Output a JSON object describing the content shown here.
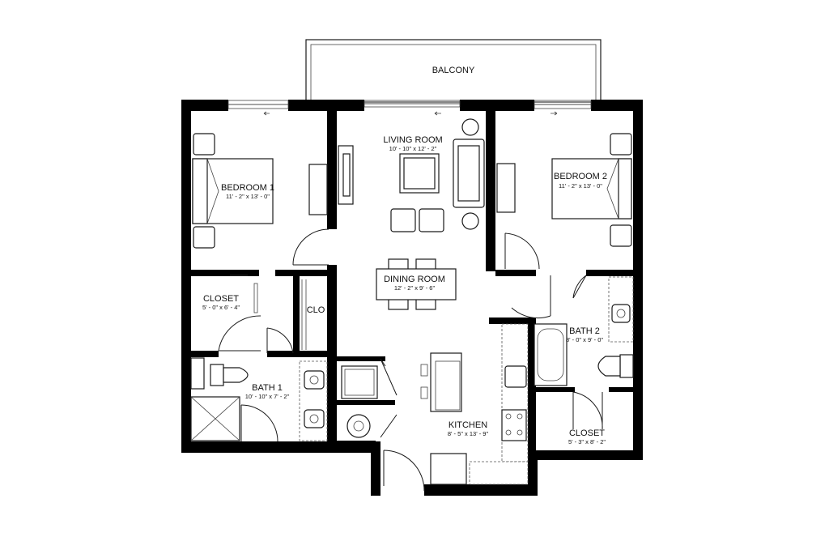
{
  "rooms": {
    "balcony": {
      "name": "BALCONY"
    },
    "living_room": {
      "name": "LIVING ROOM",
      "dims": "10' - 10\" x 12' - 2\""
    },
    "bedroom1": {
      "name": "BEDROOM 1",
      "dims": "11' - 2\" x 13' - 0\""
    },
    "bedroom2": {
      "name": "BEDROOM 2",
      "dims": "11' - 2\" x 13' - 0\""
    },
    "dining_room": {
      "name": "DINING ROOM",
      "dims": "12' - 2\" x 9' - 6\""
    },
    "closet1": {
      "name": "CLOSET",
      "dims": "5' - 0\" x 6' - 4\""
    },
    "clo": {
      "name": "CLO"
    },
    "bath1": {
      "name": "BATH 1",
      "dims": "10' - 10\" x 7' - 2\""
    },
    "bath2": {
      "name": "BATH 2",
      "dims": "8' - 0\" x 9' - 0\""
    },
    "kitchen": {
      "name": "KITCHEN",
      "dims": "8' - 5\" x 13' - 9\""
    },
    "closet2": {
      "name": "CLOSET",
      "dims": "5' - 3\" x 8' - 2\""
    }
  }
}
